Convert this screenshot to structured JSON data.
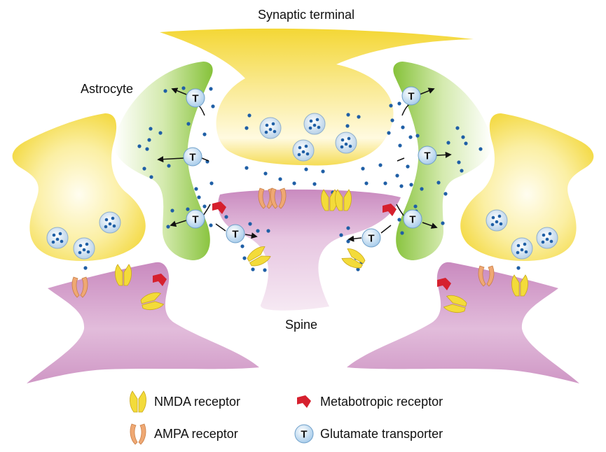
{
  "labels": {
    "synaptic_terminal": "Synaptic terminal",
    "astrocyte": "Astrocyte",
    "spine": "Spine"
  },
  "transporter_letter": "T",
  "legend": {
    "nmda": "NMDA receptor",
    "ampa": "AMPA receptor",
    "metabotropic": "Metabotropic receptor",
    "transporter": "Glutamate transporter"
  },
  "colors": {
    "presynaptic_yellow": "#F6DE4C",
    "astrocyte_green": "#8CC63F",
    "spine_pink": "#D79FCB",
    "glutamate_dot": "#1F5FA6",
    "vesicle_fill": "#DCEAF6",
    "nmda_yellow": "#F3DB3A",
    "ampa_orange": "#EFA873",
    "metabotropic_red": "#D6202E"
  }
}
